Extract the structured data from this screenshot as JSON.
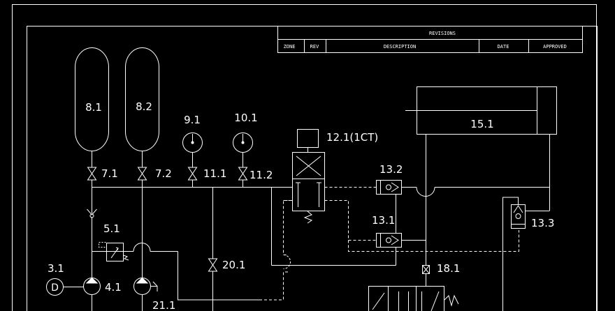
{
  "colors": {
    "background": "#000000",
    "line": "#ffffff",
    "line_dim": "#cfcfcf"
  },
  "revision_block": {
    "title": "REVISIONS",
    "columns": [
      "ZONE",
      "REV",
      "DESCRIPTION",
      "DATE",
      "APPROVED"
    ]
  },
  "components": {
    "acc1": "8.1",
    "acc2": "8.2",
    "gauge1": "9.1",
    "gauge2": "10.1",
    "valve1": "7.1",
    "valve2": "7.2",
    "valve3": "11.1",
    "valve4": "11.2",
    "solenoid_valve": "12.1(1CT)",
    "cylinder": "15.1",
    "check_valve_a": "13.2",
    "check_valve_b": "13.1",
    "check_valve_c": "13.3",
    "relief_valve": "5.1",
    "valve_drain": "20.1",
    "motor": "3.1",
    "pump1": "4.1",
    "pump2": "21.1",
    "throttle": "18.1",
    "motor_symbol": "D"
  }
}
